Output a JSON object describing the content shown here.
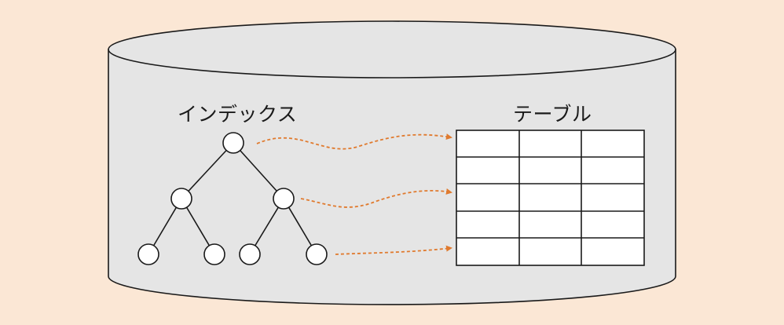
{
  "labels": {
    "index": "インデックス",
    "table": "テーブル"
  },
  "colors": {
    "background": "#fbe7d5",
    "cylinder_fill": "#e5e5e5",
    "stroke": "#1a1a1a",
    "arrow": "#e07a2e",
    "node_fill": "#ffffff"
  },
  "table": {
    "rows": 5,
    "columns": 3
  },
  "tree": {
    "nodes": [
      "root",
      "left",
      "right",
      "left-left",
      "left-right",
      "right-left",
      "right-right"
    ],
    "edges": [
      [
        "root",
        "left"
      ],
      [
        "root",
        "right"
      ],
      [
        "left",
        "left-left"
      ],
      [
        "left",
        "left-right"
      ],
      [
        "right",
        "right-left"
      ],
      [
        "right",
        "right-right"
      ]
    ]
  },
  "pointers": [
    "root",
    "right",
    "right-right"
  ]
}
